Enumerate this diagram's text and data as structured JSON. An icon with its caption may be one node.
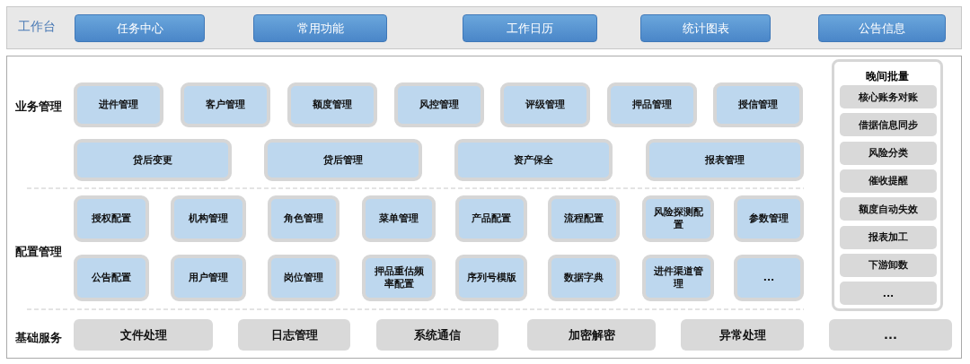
{
  "diagram": {
    "nodes": [
      {
        "text": [
          "工作台"
        ]
      },
      {
        "text": [
          "任务中心"
        ],
        "in": 0
      },
      {
        "text": [
          "常用功能"
        ],
        "in": 0
      },
      {
        "text": [
          "工作日历"
        ],
        "in": 0
      },
      {
        "text": [
          "统计图表"
        ],
        "in": 0
      },
      {
        "text": [
          "公告信息"
        ],
        "in": 0
      },
      {
        "text": [],
        "shape": "box"
      },
      {
        "text": [
          "进件管理"
        ],
        "in": 6
      },
      {
        "text": [
          "客户管理"
        ],
        "in": 6
      },
      {
        "text": [
          "额度管理"
        ],
        "in": 6
      },
      {
        "text": [
          "风控管理"
        ],
        "in": 6
      },
      {
        "text": [
          "评级管理"
        ],
        "in": 6
      },
      {
        "text": [
          "押品管理"
        ],
        "in": 6
      },
      {
        "text": [
          "授信管理"
        ],
        "in": 6
      },
      {
        "text": [
          "贷后变更"
        ],
        "in": 6
      },
      {
        "text": [
          "贷后管理"
        ],
        "in": 6
      },
      {
        "text": [
          "资产保全"
        ],
        "in": 6
      },
      {
        "text": [
          "报表管理"
        ],
        "in": 6
      },
      {
        "text": [
          "晚间批量"
        ],
        "in": 6
      },
      {
        "text": [
          "核心账务对账"
        ],
        "in": 18
      },
      {
        "text": [
          "借据信息同步"
        ],
        "in": 18
      },
      {
        "text": [
          "风险分类"
        ],
        "in": 18
      },
      {
        "text": [
          "催收提醒"
        ],
        "in": 18
      },
      {
        "text": [
          "额度自动失效"
        ],
        "in": 18
      },
      {
        "text": [
          "报表加工"
        ],
        "in": 18
      },
      {
        "text": [
          "下游卸数"
        ],
        "in": 18
      },
      {
        "text": [
          "..."
        ],
        "in": 18
      },
      {
        "text": [
          "授权配置"
        ],
        "in": 6
      },
      {
        "text": [
          "机构管理"
        ],
        "in": 6
      },
      {
        "text": [
          "角色管理"
        ],
        "in": 6
      },
      {
        "text": [
          "菜单管理"
        ],
        "in": 6
      },
      {
        "text": [
          "产品配置"
        ],
        "in": 6
      },
      {
        "text": [
          "流程配置"
        ],
        "in": 6
      },
      {
        "text": [
          "风险探测配置"
        ],
        "in": 6
      },
      {
        "text": [
          "参数管理"
        ],
        "in": 6
      },
      {
        "text": [
          "公告配置"
        ],
        "in": 6
      },
      {
        "text": [
          "用户管理"
        ],
        "in": 6
      },
      {
        "text": [
          "岗位管理"
        ],
        "in": 6
      },
      {
        "text": [
          "押品重估频率配置"
        ],
        "in": 6
      },
      {
        "text": [
          "序列号模版"
        ],
        "in": 6
      },
      {
        "text": [
          "数据字典"
        ],
        "in": 6
      },
      {
        "text": [
          "进件渠道管理"
        ],
        "in": 6
      },
      {
        "text": [
          "..."
        ],
        "in": 6
      },
      {
        "text": [
          "文件处理"
        ],
        "in": 6
      },
      {
        "text": [
          "日志管理"
        ],
        "in": 6
      },
      {
        "text": [
          "系统通信"
        ],
        "in": 6
      },
      {
        "text": [
          "加密解密"
        ],
        "in": 6
      },
      {
        "text": [
          "异常处理"
        ],
        "in": 6
      },
      {
        "text": [
          "..."
        ],
        "in": 6
      }
    ],
    "labels": [
      "业务管理",
      "配置管理",
      "基础服务"
    ]
  }
}
